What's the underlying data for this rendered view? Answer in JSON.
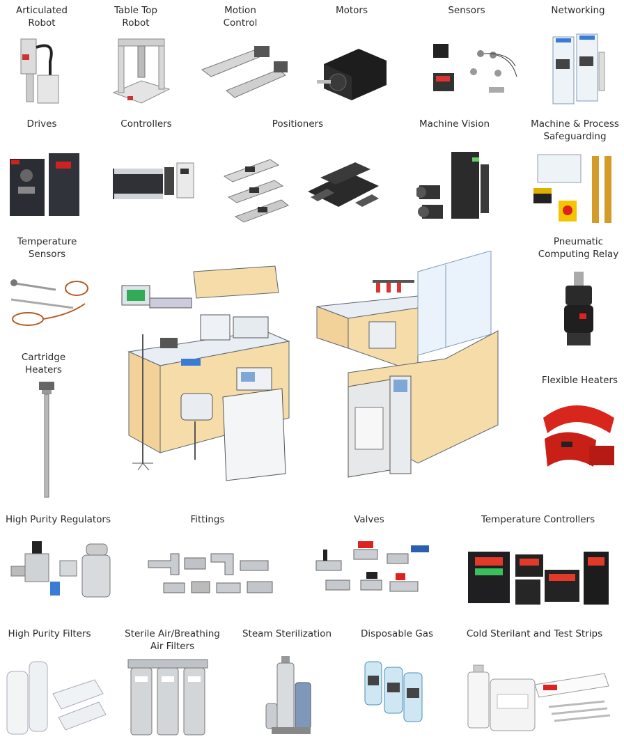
{
  "products": {
    "articulated_robot": [
      "Articulated",
      "Robot"
    ],
    "table_top_robot": [
      "Table Top",
      "Robot"
    ],
    "motion_control": [
      "Motion",
      "Control"
    ],
    "motors": "Motors",
    "sensors": "Sensors",
    "networking": "Networking",
    "drives": "Drives",
    "controllers": "Controllers",
    "positioners": "Positioners",
    "machine_vision": "Machine Vision",
    "safeguarding": [
      "Machine & Process",
      "Safeguarding"
    ],
    "temperature_sensors": [
      "Temperature",
      "Sensors"
    ],
    "pneumatic_relay": [
      "Pneumatic",
      "Computing Relay"
    ],
    "cartridge_heaters": [
      "Cartridge",
      "Heaters"
    ],
    "flexible_heaters": "Flexible Heaters",
    "hp_regulators": "High Purity Regulators",
    "fittings": "Fittings",
    "valves": "Valves",
    "temp_controllers": "Temperature Controllers",
    "hp_filters": "High Purity Filters",
    "sterile_filters": [
      "Sterile Air/Breathing",
      "Air Filters"
    ],
    "steam_sterilization": "Steam Sterilization",
    "disposable_gas": "Disposable Gas",
    "cold_sterilant": "Cold Sterilant and Test Strips"
  },
  "colors": {
    "cabinet": "#f3d29a",
    "counter": "#e8eef3",
    "heater_red": "#d8261c",
    "display_red": "#e23a2a"
  }
}
